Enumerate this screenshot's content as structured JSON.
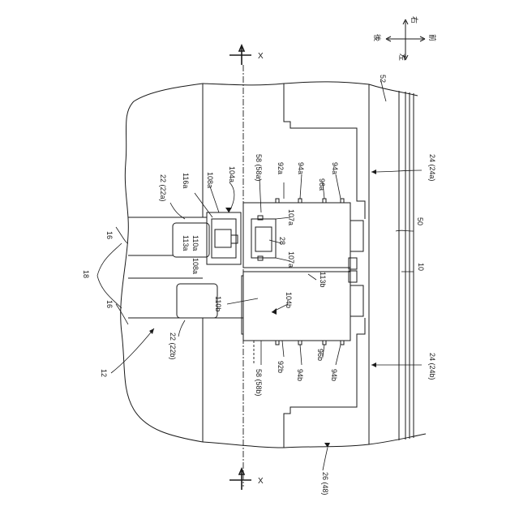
{
  "figure": {
    "labels": {
      "l12": "12",
      "l18": "18",
      "l16a": "16",
      "l16b": "16",
      "l22a": "22 (22a)",
      "l22b": "22 (22b)",
      "l116a": "116a",
      "l113a": "113a",
      "l110a": "110a",
      "l108a_top": "108a",
      "l108a_bot": "108a",
      "l104a": "104a",
      "l58a": "58 (58a)",
      "l92a": "92a",
      "l94a_1": "94a",
      "l94a_2": "94a",
      "l96a": "96a",
      "l107a_1": "107a",
      "l107a_2": "107a",
      "l28": "28",
      "l110b": "110b",
      "l104b": "104b",
      "l113b": "113b",
      "l58b": "58 (58b)",
      "l92b": "92b",
      "l94b_1": "94b",
      "l94b_2": "94b",
      "l96b": "96b",
      "l24a": "24 (24a)",
      "l24b": "24 (24b)",
      "l50": "50",
      "l10": "10",
      "l52": "52",
      "l26": "26 (48)"
    },
    "section": {
      "top": "X",
      "bottom": "X"
    },
    "compass": {
      "up": "右",
      "down": "左",
      "left": "後",
      "right": "前"
    }
  }
}
